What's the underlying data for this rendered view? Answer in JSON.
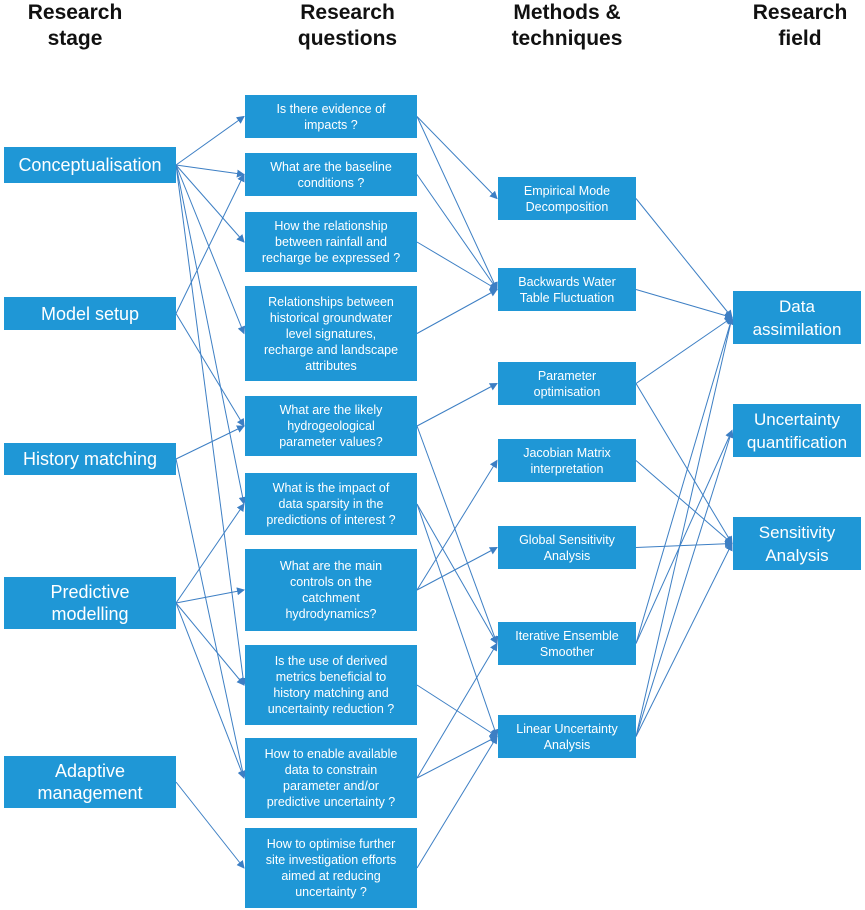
{
  "headers": {
    "stage": "Research\nstage",
    "questions": "Research\nquestions",
    "methods": "Methods &\ntechniques",
    "field": "Research\nfield"
  },
  "stages": {
    "conceptualisation": "Conceptualisation",
    "model_setup": "Model setup",
    "history_matching": "History matching",
    "predictive_modelling": "Predictive\nmodelling",
    "adaptive_management": "Adaptive\nmanagement"
  },
  "questions": {
    "q1": "Is there evidence of\nimpacts ?",
    "q2": "What are the baseline\nconditions ?",
    "q3": "How the relationship\nbetween rainfall and\nrecharge be expressed ?",
    "q4": "Relationships between\nhistorical groundwater\nlevel signatures,\nrecharge and landscape\nattributes",
    "q5": "What are the likely\nhydrogeological\nparameter values?",
    "q6": "What is the impact of\ndata sparsity in the\npredictions of interest ?",
    "q7": "What are the main\ncontrols on the\ncatchment\nhydrodynamics?",
    "q8": "Is the use of derived\nmetrics beneficial to\nhistory matching and\nuncertainty reduction ?",
    "q9": "How to enable available\ndata to constrain\nparameter and/or\npredictive uncertainty ?",
    "q10": "How to optimise further\nsite investigation efforts\naimed at reducing\nuncertainty ?"
  },
  "methods": {
    "m1": "Empirical Mode\nDecomposition",
    "m2": "Backwards Water\nTable Fluctuation",
    "m3": "Parameter\noptimisation",
    "m4": "Jacobian Matrix\ninterpretation",
    "m5": "Global Sensitivity\nAnalysis",
    "m6": "Iterative Ensemble\nSmoother",
    "m7": "Linear Uncertainty\nAnalysis"
  },
  "fields": {
    "f1": "Data\nassimilation",
    "f2": "Uncertainty\nquantification",
    "f3": "Sensitivity\nAnalysis"
  },
  "colors": {
    "box_fill": "#1f97d6",
    "box_text": "#ffffff",
    "arrow": "#3d7fc4",
    "header_text": "#111111"
  },
  "connections": [
    [
      "s1",
      "q1"
    ],
    [
      "s1",
      "q2"
    ],
    [
      "s1",
      "q3"
    ],
    [
      "s1",
      "q4"
    ],
    [
      "s1",
      "q6"
    ],
    [
      "s1",
      "q8"
    ],
    [
      "s2",
      "q2"
    ],
    [
      "s2",
      "q5"
    ],
    [
      "s3",
      "q5"
    ],
    [
      "s3",
      "q9"
    ],
    [
      "s4",
      "q6"
    ],
    [
      "s4",
      "q7"
    ],
    [
      "s4",
      "q8"
    ],
    [
      "s4",
      "q9"
    ],
    [
      "s5",
      "q10"
    ],
    [
      "q1",
      "m1"
    ],
    [
      "q1",
      "m2"
    ],
    [
      "q2",
      "m2"
    ],
    [
      "q3",
      "m2"
    ],
    [
      "q4",
      "m2"
    ],
    [
      "q5",
      "m3"
    ],
    [
      "q5",
      "m6"
    ],
    [
      "q6",
      "m6"
    ],
    [
      "q6",
      "m7"
    ],
    [
      "q7",
      "m4"
    ],
    [
      "q7",
      "m5"
    ],
    [
      "q8",
      "m7"
    ],
    [
      "q9",
      "m6"
    ],
    [
      "q9",
      "m7"
    ],
    [
      "q10",
      "m7"
    ],
    [
      "m1",
      "f1"
    ],
    [
      "m2",
      "f1"
    ],
    [
      "m3",
      "f1"
    ],
    [
      "m3",
      "f3"
    ],
    [
      "m4",
      "f3"
    ],
    [
      "m5",
      "f3"
    ],
    [
      "m6",
      "f1"
    ],
    [
      "m6",
      "f2"
    ],
    [
      "m7",
      "f1"
    ],
    [
      "m7",
      "f2"
    ],
    [
      "m7",
      "f3"
    ]
  ]
}
